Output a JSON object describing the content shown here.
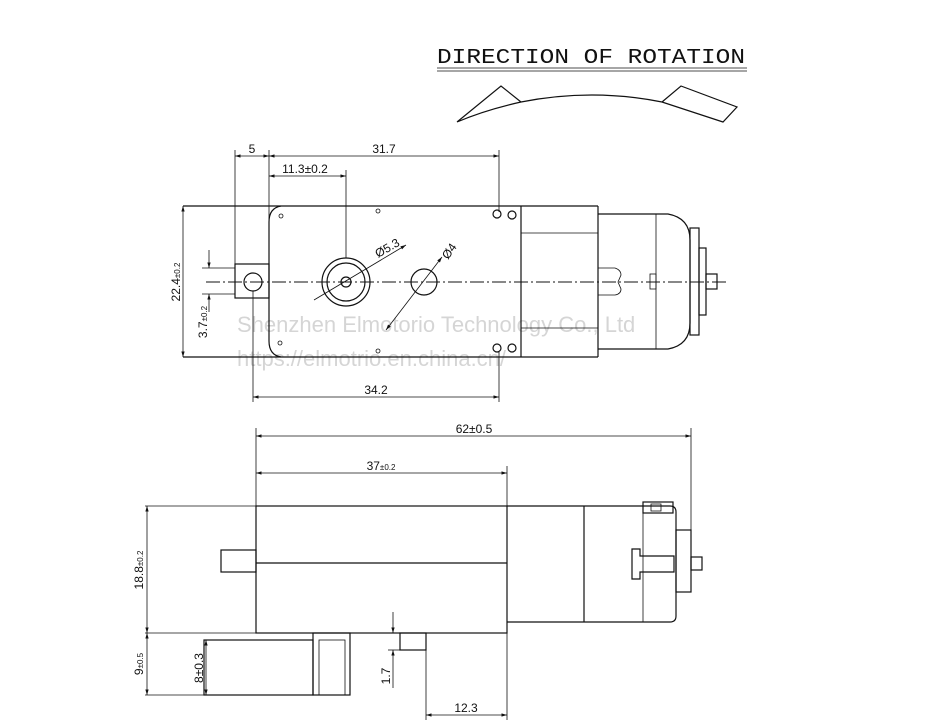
{
  "title": "DIRECTION OF ROTATION",
  "watermark": {
    "company": "Shenzhen Elmotorio Technology Co., Ltd",
    "url": "https://elmotrio.en.china.cn/"
  },
  "top_view": {
    "dim_bracket": "5",
    "dim_shaft_to_hole": "31.7",
    "dim_shaft_offset": "11.3±0.2",
    "dim_shaft_diameter": "Ø5.3",
    "dim_hole_diameter": "Ø4",
    "dim_height": "22.4",
    "dim_height_tol": "±0.2",
    "dim_bracket_width": "3.7",
    "dim_bracket_width_tol": "±0.2",
    "dim_hole_spacing": "34.2"
  },
  "side_view": {
    "dim_total_length": "62±0.5",
    "dim_gearbox_length": "37",
    "dim_gearbox_length_tol": "±0.2",
    "dim_height": "18.8",
    "dim_height_tol": "±0.2",
    "dim_bracket_height": "9",
    "dim_bracket_height_tol": "±0.5",
    "dim_bracket_inner": "8±0.3",
    "dim_tab": "1.7",
    "dim_tab_offset": "12.3"
  }
}
